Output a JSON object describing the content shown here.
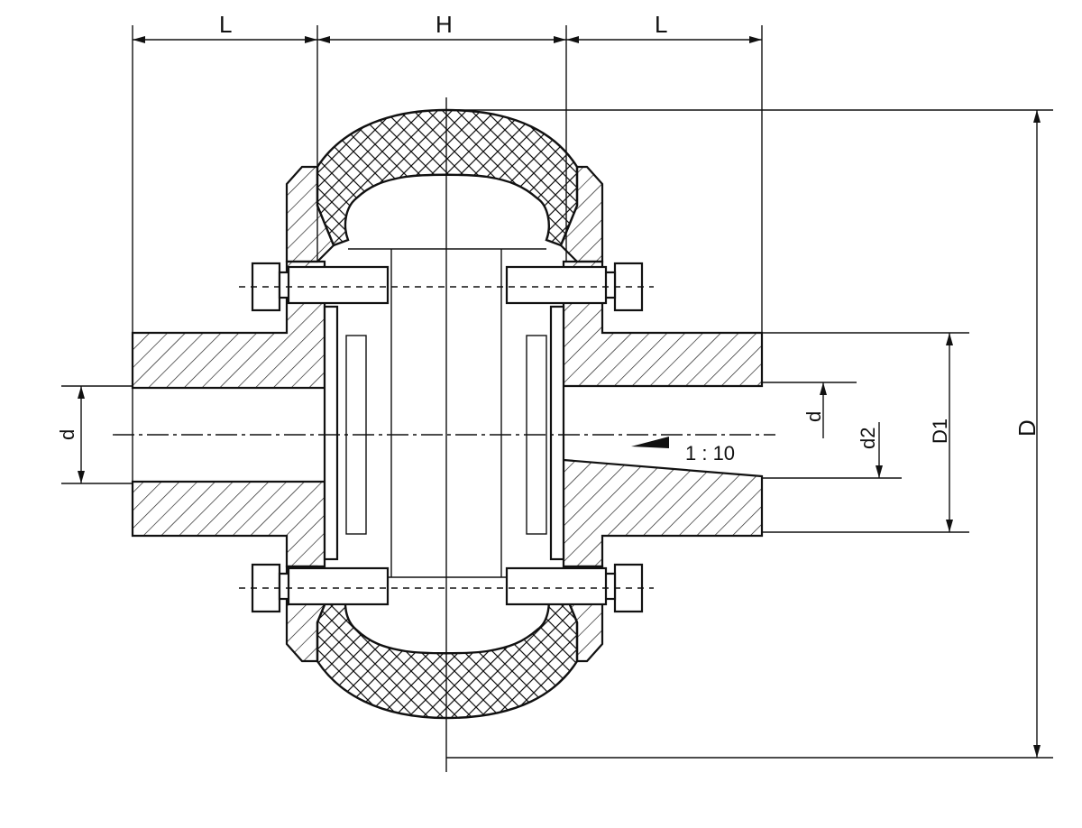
{
  "labels": {
    "L_left": "L",
    "H": "H",
    "L_right": "L",
    "D": "D",
    "D1": "D1",
    "d_left": "d",
    "d_right": "d",
    "d2": "d2",
    "taper": "1 :  10"
  }
}
